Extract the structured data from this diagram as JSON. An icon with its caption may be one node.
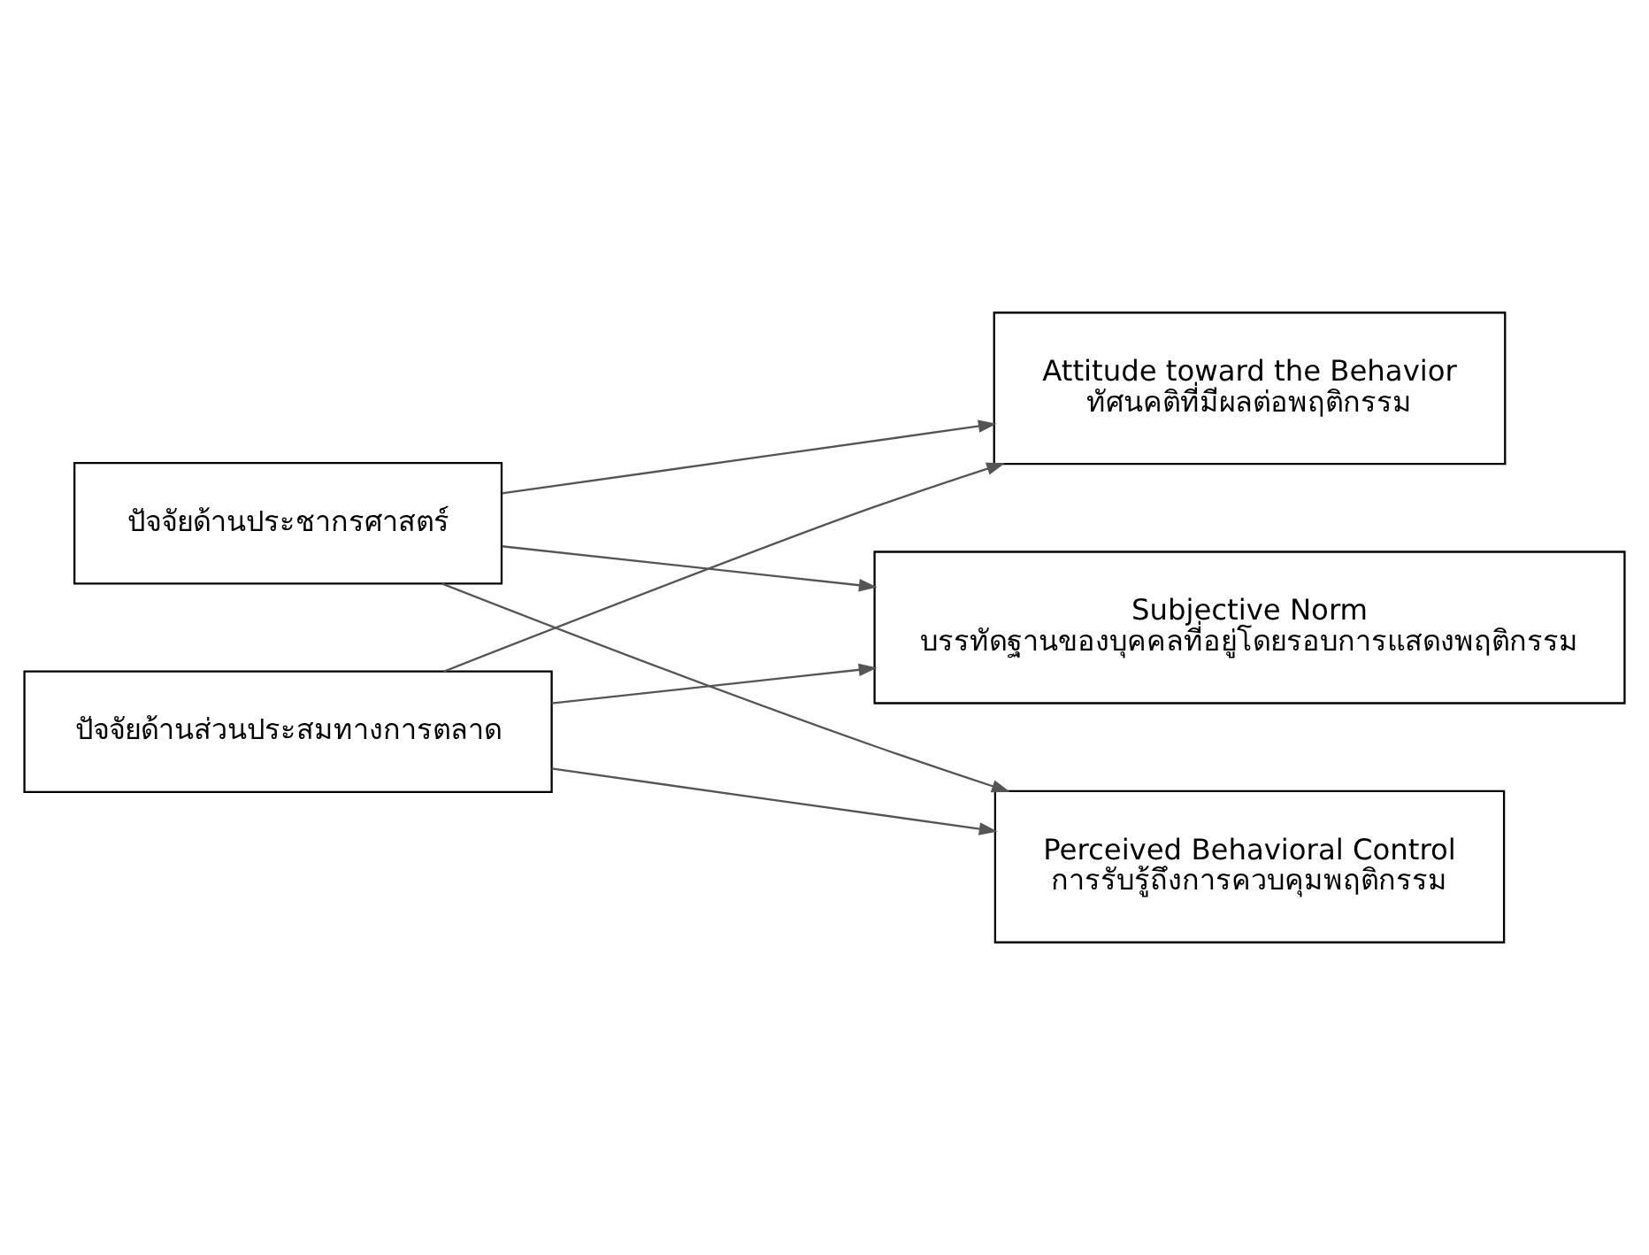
{
  "diagram": {
    "nodes": [
      {
        "text": [
          "ปัจจัยด้านประชากรศาสตร์"
        ]
      },
      {
        "text": [
          "ปัจจัยด้านส่วนประสมทางการตลาด"
        ]
      },
      {
        "text": [
          "Attitude toward the Behavior",
          "ทัศนคติที่มีผลต่อพฤติกรรม"
        ]
      },
      {
        "text": [
          "Subjective Norm",
          "บรรทัดฐานของบุคคลที่อยู่โดยรอบการแสดงพฤติกรรม"
        ]
      },
      {
        "text": [
          "Perceived Behavioral Control",
          "การรับรู้ถึงการควบคุมพฤติกรรม"
        ]
      }
    ],
    "edges": [
      {
        "from": 0,
        "to": 2,
        "arrow": "to"
      },
      {
        "from": 0,
        "to": 3,
        "arrow": "to"
      },
      {
        "from": 0,
        "to": 4,
        "arrow": "to"
      },
      {
        "from": 1,
        "to": 2,
        "arrow": "to"
      },
      {
        "from": 1,
        "to": 3,
        "arrow": "to"
      },
      {
        "from": 1,
        "to": 4,
        "arrow": "to"
      }
    ]
  }
}
